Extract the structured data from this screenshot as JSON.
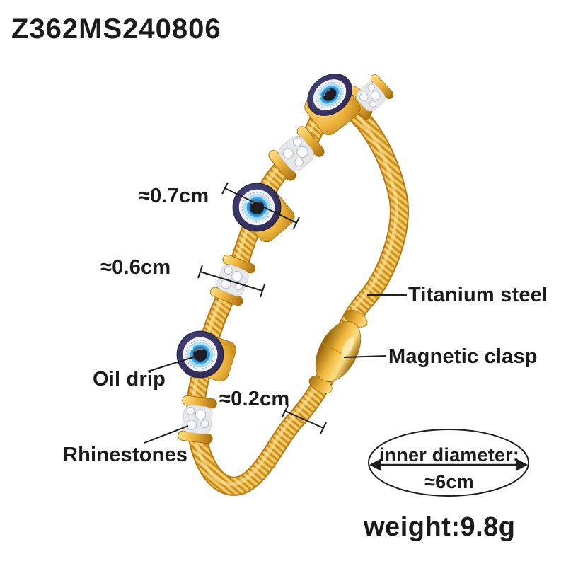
{
  "product_code": "Z362MS240806",
  "callouts": {
    "charm_size": "≈0.7cm",
    "spacer_size": "≈0.6cm",
    "oil_drip": "Oil drip",
    "wire_thickness": "≈0.2cm",
    "rhinestones": "Rhinestones",
    "material": "Titanium steel",
    "clasp": "Magnetic clasp"
  },
  "inner_diameter": {
    "label": "inner diameter:",
    "value": "≈6cm"
  },
  "weight_text": "weight:9.8g",
  "colors": {
    "background": "#FFFFFF",
    "text": "#1B1B1D",
    "gold": "#E8AF3C",
    "gold_dark": "#B87712",
    "gold_light": "#FFE08A",
    "eye_navy": "#34305C",
    "eye_blue": "#3FA6E6",
    "eye_blue_light": "#A9DCF6",
    "rhinestone_band": "#E6E7EB"
  }
}
